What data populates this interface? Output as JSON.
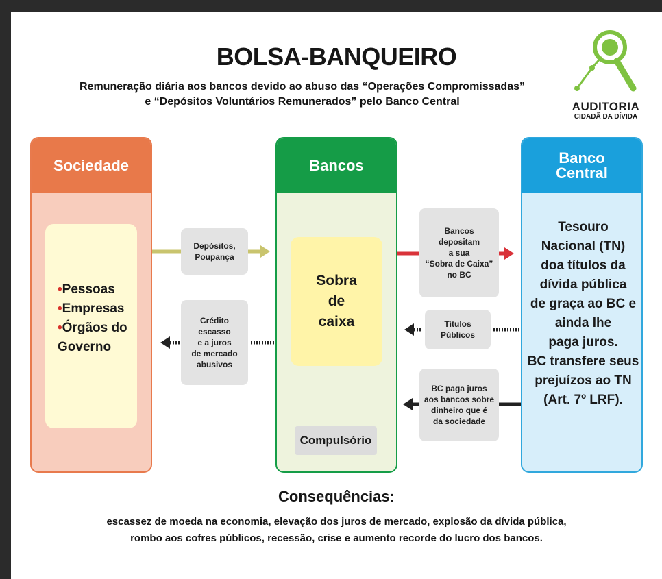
{
  "header": {
    "title": "BOLSA-BANQUEIRO",
    "subtitle_line1": "Remuneração diária aos bancos devido ao abuso das “Operações Compromissadas”",
    "subtitle_line2": "e “Depósitos Voluntários Remunerados” pelo Banco Central"
  },
  "logo": {
    "name": "AUDITORIA",
    "tagline": "CIDADÃ DA DÍVIDA"
  },
  "columns": {
    "sociedade": {
      "title": "Sociedade",
      "items": [
        "Pessoas",
        "Empresas",
        "Órgãos do",
        "Governo"
      ],
      "color": "#e8794a"
    },
    "bancos": {
      "title": "Bancos",
      "inner_lines": [
        "Sobra",
        "de",
        "caixa"
      ],
      "footer": "Compulsório",
      "color": "#159c47"
    },
    "banco_central": {
      "title_line1": "Banco",
      "title_line2": "Central",
      "text_lines": [
        "Tesouro",
        "Nacional (TN)",
        "doa títulos da",
        "dívida pública",
        "de graça ao BC e",
        "ainda lhe",
        "paga juros.",
        "BC transfere seus",
        "prejuízos ao TN",
        "(Art. 7º LRF)."
      ],
      "color": "#1aa0dc"
    }
  },
  "flows": {
    "depositos": [
      "Depósitos,",
      "Poupança"
    ],
    "credito": [
      "Crédito",
      "escasso",
      "e a juros",
      "de mercado",
      "abusivos"
    ],
    "bancos_depositam": [
      "Bancos",
      "depositam",
      "a sua",
      "“Sobra de Caixa”",
      "no BC"
    ],
    "titulos": [
      "Títulos",
      "Públicos"
    ],
    "bc_paga": [
      "BC paga juros",
      "aos bancos sobre",
      "dinheiro que é",
      "da sociedade"
    ]
  },
  "consequences": {
    "title": "Consequências:",
    "line1": "escassez de moeda na economia, elevação dos juros de mercado, explosão da dívida pública,",
    "line2": "rombo aos cofres públicos, recessão, crise e aumento recorde do lucro dos bancos."
  }
}
